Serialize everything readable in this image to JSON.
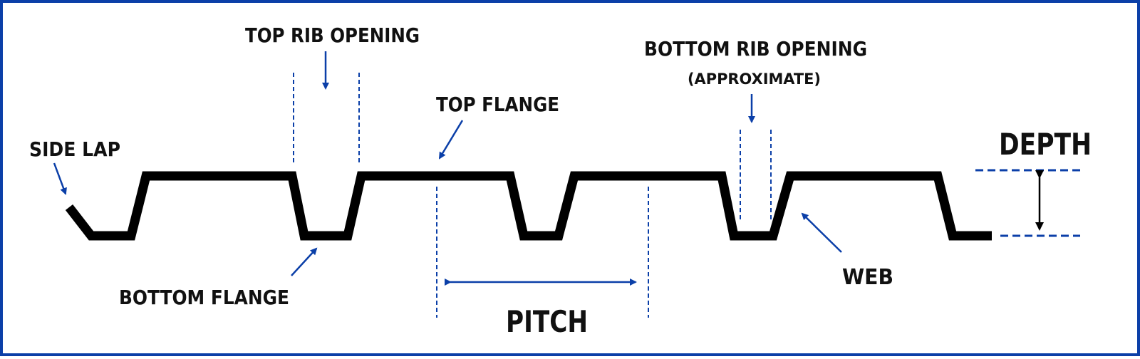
{
  "labels": {
    "side_lap": "SIDE LAP",
    "top_rib_opening": "TOP RIB OPENING",
    "top_flange": "TOP FLANGE",
    "bottom_rib_opening": "BOTTOM RIB OPENING",
    "approximate": "(APPROXIMATE)",
    "depth": "DEPTH",
    "bottom_flange": "BOTTOM FLANGE",
    "pitch": "PITCH",
    "web": "WEB"
  },
  "colors": {
    "border": "#0b3fa8",
    "profile": "#000000",
    "guide_lines": "#0b3fa8",
    "arrows": "#0b3fa8",
    "depth_arrow": "#000000",
    "text": "#111111"
  }
}
